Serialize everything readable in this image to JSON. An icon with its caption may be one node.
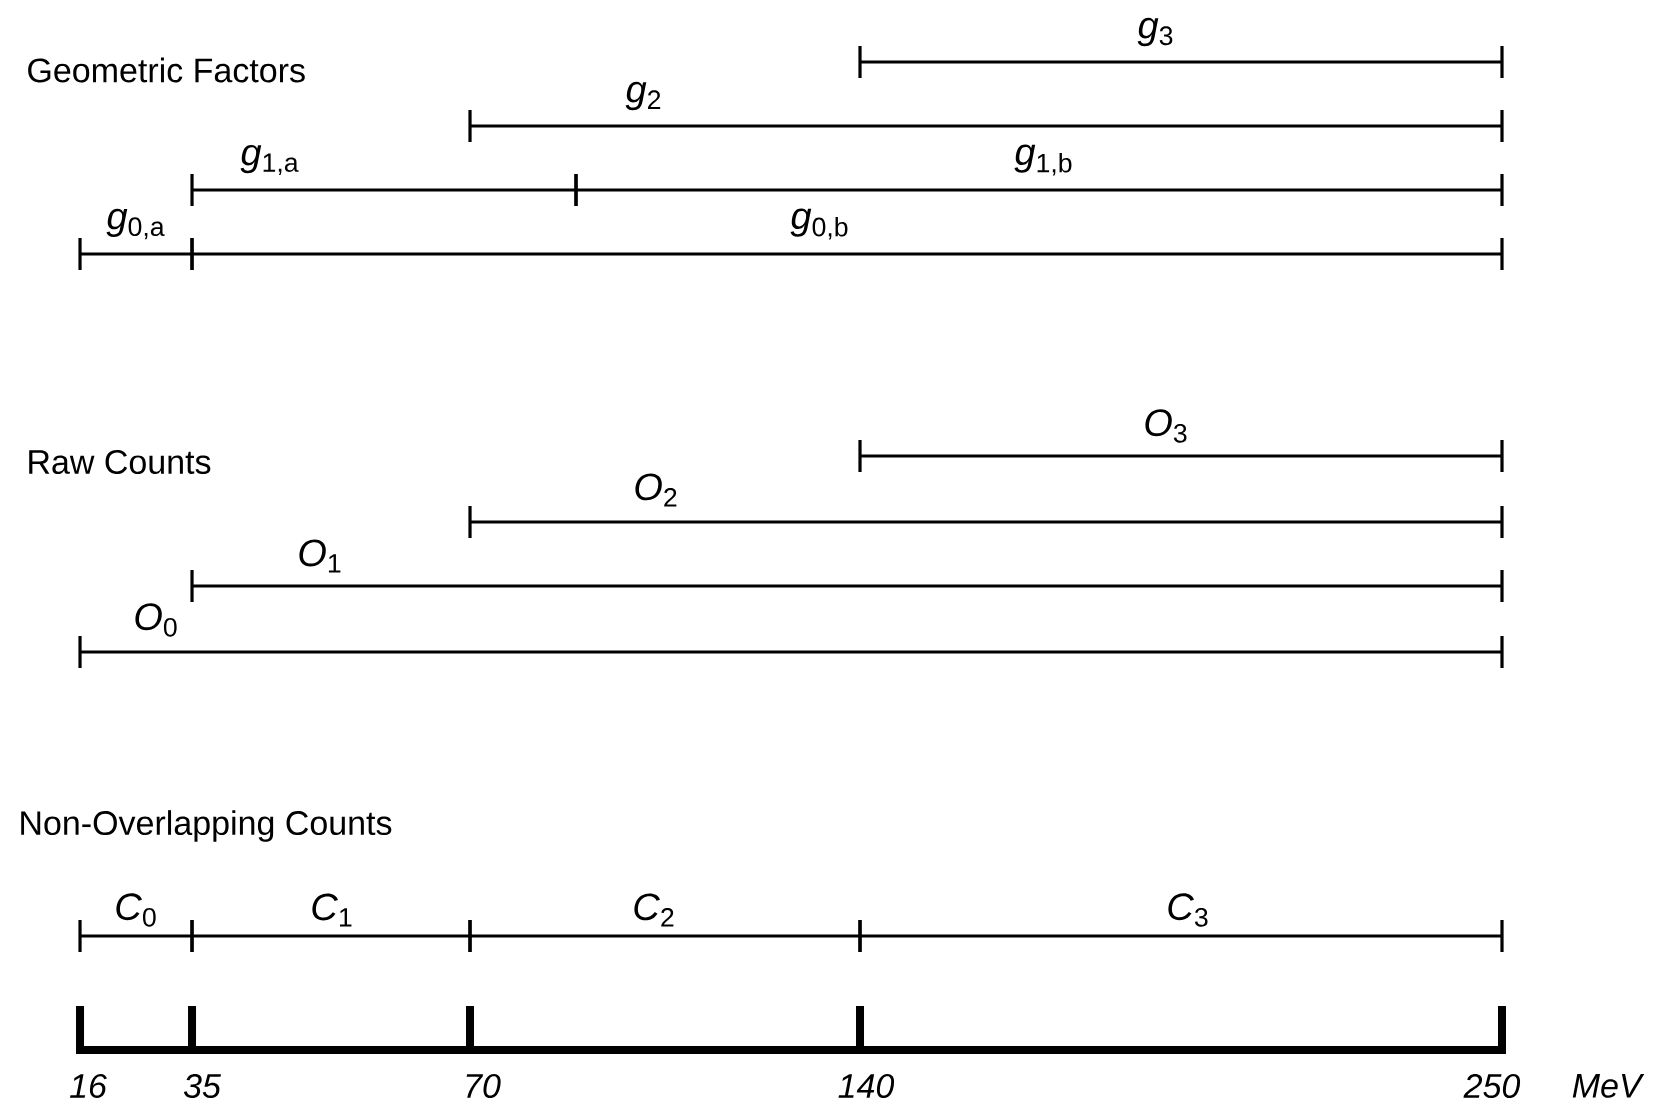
{
  "diagram": {
    "labels": [
      "Geometric Factors",
      "*g*$_{3}$",
      "*g*$_{2}$",
      "*g*$_{1,a}$",
      "*g*$_{1,b}$",
      "*g*$_{0,a}$",
      "*g*$_{0,b}$",
      "Raw Counts",
      "*O*$_{3}$",
      "*O*$_{2}$",
      "*O*$_{1}$",
      "*O*$_{0}$",
      "Non-Overlapping  Counts",
      "*C*$_{0}$",
      "*C*$_{1}$",
      "*C*$_{2}$",
      "*C*$_{3}$",
      "*16*",
      "*35*",
      "*70*",
      "*140*",
      "*250*",
      "*MeV*"
    ]
  }
}
